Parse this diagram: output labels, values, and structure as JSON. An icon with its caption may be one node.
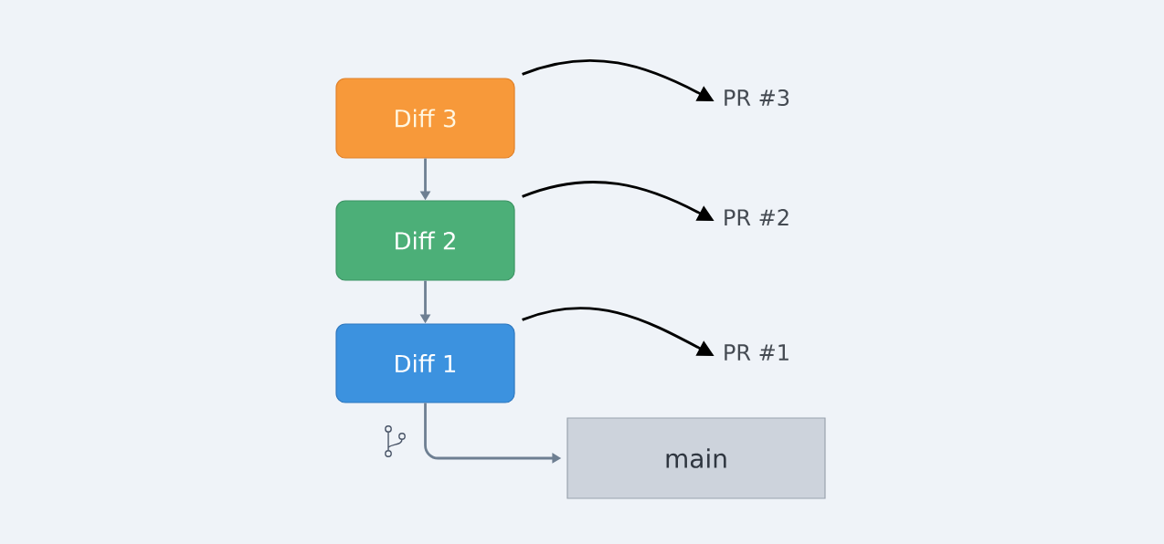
{
  "diagram": {
    "nodes": [
      {
        "text": [
          "Diff 3"
        ]
      },
      {
        "text": [
          "Diff 2"
        ]
      },
      {
        "text": [
          "Diff 1"
        ]
      },
      {
        "text": [
          "main"
        ]
      },
      {
        "text": [
          "PR #3"
        ]
      },
      {
        "text": [
          "PR #2"
        ]
      },
      {
        "text": [
          "PR #1"
        ]
      }
    ],
    "edges": [
      {
        "from": 0,
        "to": 1,
        "arrow": "to",
        "color": "#6e7f92"
      },
      {
        "from": 1,
        "to": 2,
        "arrow": "to",
        "color": "#6e7f92"
      },
      {
        "from": 2,
        "to": 3,
        "arrow": "to",
        "color": "#6e7f92"
      },
      {
        "from": 0,
        "to": 4,
        "arrow": "to",
        "color": "#000000"
      },
      {
        "from": 1,
        "to": 5,
        "arrow": "to",
        "color": "#000000"
      },
      {
        "from": 2,
        "to": 6,
        "arrow": "to",
        "color": "#000000"
      }
    ]
  }
}
